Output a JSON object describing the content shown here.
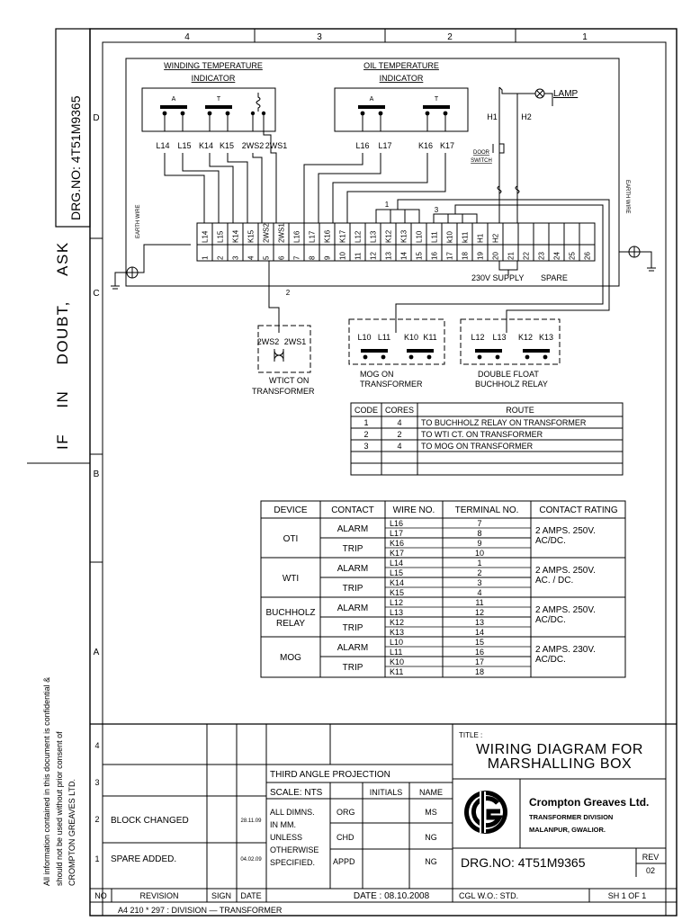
{
  "sheet": {
    "drg_no_side": "DRG.NO: 4T51M9365",
    "side_caution": "IF IN DOUBT, ASK",
    "confidential_1": "All information contained in this document is confidential &",
    "confidential_2": "should not be used without prior consent of",
    "confidential_3": "CROMPTON GREAVES LTD.",
    "top_zones": [
      "4",
      "3",
      "2",
      "1"
    ],
    "side_zones": [
      "D",
      "C",
      "B",
      "A"
    ],
    "bottom_note": "A4 210 * 297 : DIVISION — TRANSFORMER"
  },
  "diagram": {
    "winding_title_1": "WINDING TEMPERATURE",
    "winding_title_2": "INDICATOR",
    "oil_title_1": "OIL TEMPERATURE",
    "oil_title_2": "INDICATOR",
    "contact_a": "A",
    "contact_t": "T",
    "wti_terms": [
      "L14",
      "L15",
      "K14",
      "K15",
      "2WS2",
      "2WS1"
    ],
    "oti_terms": [
      "L16",
      "L17",
      "K16",
      "K17"
    ],
    "lamp": "LAMP",
    "h1": "H1",
    "h2": "H2",
    "door_switch_1": "DOOR",
    "door_switch_2": "SWITCH",
    "earth_wire": "EARTH WIRE",
    "tb_numbers": [
      "1",
      "2",
      "3",
      "4",
      "5",
      "6",
      "7",
      "8",
      "9",
      "10",
      "11",
      "12",
      "13",
      "14",
      "15",
      "16",
      "17",
      "18",
      "19",
      "20",
      "21",
      "22",
      "23",
      "24",
      "25",
      "26"
    ],
    "tb_wires": [
      "L14",
      "L15",
      "K14",
      "K15",
      "2WS2",
      "2WS1",
      "L16",
      "L17",
      "K16",
      "K17",
      "L12",
      "L13",
      "K12",
      "K13",
      "L10",
      "L11",
      "k10",
      "k11",
      "H1",
      "H2",
      "",
      "",
      "",
      "",
      "",
      ""
    ],
    "cable_1": "1",
    "cable_2": "2",
    "cable_3": "3",
    "supply_label": "230V SUPPLY",
    "spare_label": "SPARE",
    "wtict_terms": [
      "2WS2",
      "2WS1"
    ],
    "wtict_label_1": "WTICT ON",
    "wtict_label_2": "TRANSFORMER",
    "mog_terms": [
      "L10",
      "L11",
      "K10",
      "K11"
    ],
    "mog_label_1": "MOG ON",
    "mog_label_2": "TRANSFORMER",
    "bz_terms": [
      "L12",
      "L13",
      "K12",
      "K13"
    ],
    "bz_label_1": "DOUBLE FLOAT",
    "bz_label_2": "BUCHHOLZ RELAY"
  },
  "route_table": {
    "headers": [
      "CODE",
      "CORES",
      "ROUTE"
    ],
    "rows": [
      [
        "1",
        "4",
        "TO BUCHHOLZ RELAY ON TRANSFORMER"
      ],
      [
        "2",
        "2",
        "TO WTI CT. ON TRANSFORMER"
      ],
      [
        "3",
        "4",
        "TO MOG ON TRANSFORMER"
      ]
    ]
  },
  "device_table": {
    "headers": [
      "DEVICE",
      "CONTACT",
      "WIRE NO.",
      "TERMINAL NO.",
      "CONTACT RATING"
    ],
    "groups": [
      {
        "device": [
          "OTI"
        ],
        "rating": [
          "2 AMPS. 250V.",
          "AC/DC."
        ],
        "contacts": [
          {
            "name": "ALARM",
            "wires": [
              [
                "L16",
                "7"
              ],
              [
                "L17",
                "8"
              ]
            ]
          },
          {
            "name": "TRIP",
            "wires": [
              [
                "K16",
                "9"
              ],
              [
                "K17",
                "10"
              ]
            ]
          }
        ]
      },
      {
        "device": [
          "WTI"
        ],
        "rating": [
          "2 AMPS. 250V.",
          "AC. / DC."
        ],
        "contacts": [
          {
            "name": "ALARM",
            "wires": [
              [
                "L14",
                "1"
              ],
              [
                "L15",
                "2"
              ]
            ]
          },
          {
            "name": "TRIP",
            "wires": [
              [
                "K14",
                "3"
              ],
              [
                "K15",
                "4"
              ]
            ]
          }
        ]
      },
      {
        "device": [
          "BUCHHOLZ",
          "RELAY"
        ],
        "rating": [
          "2 AMPS. 250V.",
          "AC/DC."
        ],
        "contacts": [
          {
            "name": "ALARM",
            "wires": [
              [
                "L12",
                "11"
              ],
              [
                "L13",
                "12"
              ]
            ]
          },
          {
            "name": "TRIP",
            "wires": [
              [
                "K12",
                "13"
              ],
              [
                "K13",
                "14"
              ]
            ]
          }
        ]
      },
      {
        "device": [
          "MOG"
        ],
        "rating": [
          "2 AMPS. 230V.",
          "AC/DC."
        ],
        "contacts": [
          {
            "name": "ALARM",
            "wires": [
              [
                "L10",
                "15"
              ],
              [
                "L11",
                "16"
              ]
            ]
          },
          {
            "name": "TRIP",
            "wires": [
              [
                "K10",
                "17"
              ],
              [
                "K11",
                "18"
              ]
            ]
          }
        ]
      }
    ]
  },
  "title_block": {
    "rev_numbers": [
      "4",
      "3",
      "2",
      "1"
    ],
    "rev2_text": "BLOCK CHANGED",
    "rev2_date": "28.11.09",
    "rev1_text": "SPARE ADDED.",
    "rev1_date": "04.02.09",
    "col_no": "NO",
    "col_revision": "REVISION",
    "col_sign": "SIGN",
    "col_date": "DATE",
    "projection": "THIRD ANGLE PROJECTION",
    "scale": "SCALE: NTS",
    "initials": "INITIALS",
    "name": "NAME",
    "dimns": [
      "ALL DIMNS.",
      "IN MM.",
      "UNLESS",
      "OTHERWISE",
      "SPECIFIED."
    ],
    "org": "ORG",
    "org_name": "MS",
    "chd": "CHD",
    "chd_name": "NG",
    "appd": "APPD",
    "appd_name": "NG",
    "date": "DATE : 08.10.2008",
    "title_label": "TITLE :",
    "title_1": "WIRING DIAGRAM FOR",
    "title_2": "MARSHALLING BOX",
    "company": "Crompton Greaves Ltd.",
    "division": "TRANSFORMER DIVISION",
    "location": "MALANPUR, GWALIOR.",
    "drg_no": "DRG.NO: 4T51M9365",
    "rev_label": "REV",
    "rev_value": "02",
    "cgl_wo": "CGL W.O.: STD.",
    "sheet": "SH 1 OF 1"
  }
}
